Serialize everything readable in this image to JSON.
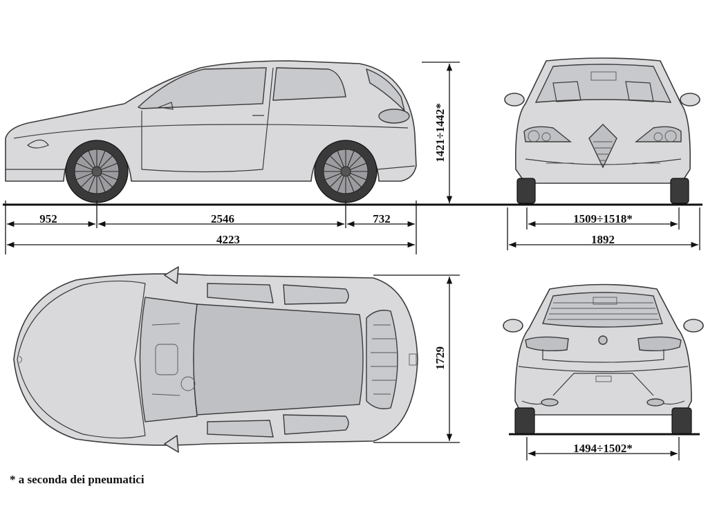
{
  "dimensions": {
    "front_overhang": "952",
    "wheelbase": "2546",
    "rear_overhang": "732",
    "overall_length": "4223",
    "height": "1421÷1442*",
    "front_track": "1509÷1518*",
    "overall_width_front": "1892",
    "width_top": "1729",
    "rear_track": "1494÷1502*"
  },
  "footnote": "* a seconda dei pneumatici",
  "colors": {
    "body": "#d9d9dc",
    "outline": "#3a3a3a",
    "dimension_line": "#111111"
  }
}
